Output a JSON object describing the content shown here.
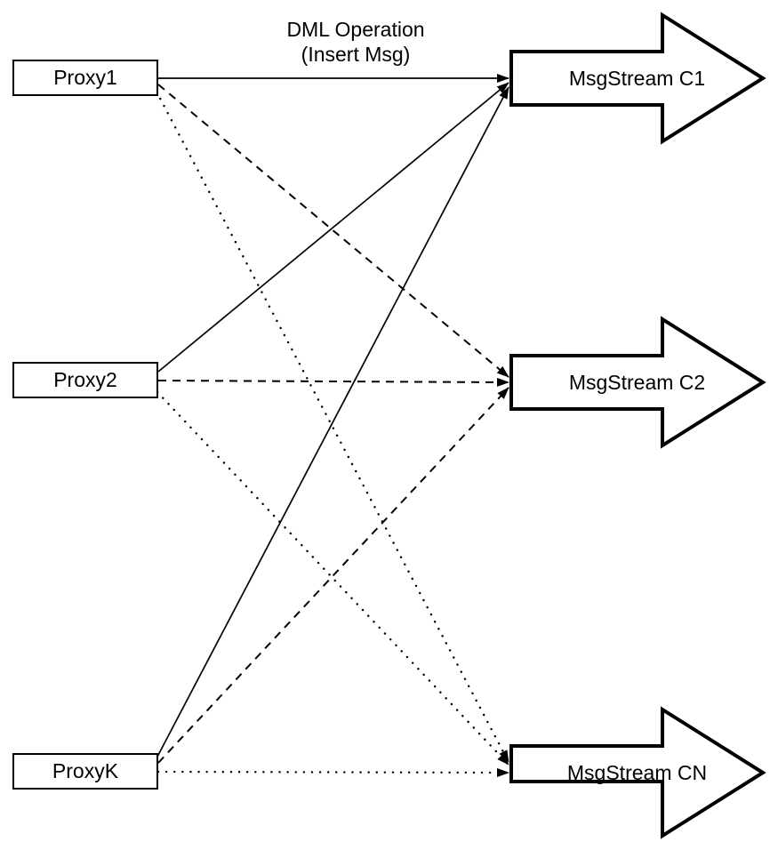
{
  "diagram": {
    "title": {
      "line1": "DML Operation",
      "line2": "(Insert Msg)"
    },
    "proxies": [
      {
        "label": "Proxy1"
      },
      {
        "label": "Proxy2"
      },
      {
        "label": "ProxyK"
      }
    ],
    "streams": [
      {
        "label": "MsgStream C1"
      },
      {
        "label": "MsgStream C2"
      },
      {
        "label": "MsgStream CN"
      }
    ],
    "edges": [
      {
        "from": "Proxy1",
        "to": "MsgStream C1",
        "style": "solid"
      },
      {
        "from": "Proxy1",
        "to": "MsgStream C2",
        "style": "dashed"
      },
      {
        "from": "Proxy1",
        "to": "MsgStream CN",
        "style": "dotted"
      },
      {
        "from": "Proxy2",
        "to": "MsgStream C1",
        "style": "solid"
      },
      {
        "from": "Proxy2",
        "to": "MsgStream C2",
        "style": "dashed"
      },
      {
        "from": "Proxy2",
        "to": "MsgStream CN",
        "style": "dotted"
      },
      {
        "from": "ProxyK",
        "to": "MsgStream C1",
        "style": "solid"
      },
      {
        "from": "ProxyK",
        "to": "MsgStream C2",
        "style": "dashed"
      },
      {
        "from": "ProxyK",
        "to": "MsgStream CN",
        "style": "dotted"
      }
    ],
    "colors": {
      "line": "#000000",
      "fill": "#ffffff",
      "text": "#000000"
    }
  }
}
